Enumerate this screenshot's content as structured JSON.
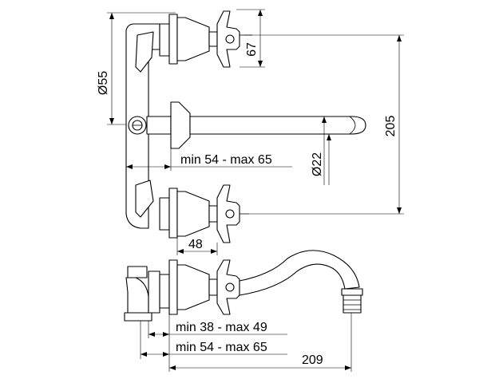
{
  "dimensions": {
    "handle_height": "67",
    "wall_plate_diameter": "Ø55",
    "overall_height": "205",
    "spout_diameter": "Ø22",
    "spout_adjust_range": "min 54 - max 65",
    "handle_offset": "48",
    "valve_adjust_range": "min 38 - max 49",
    "lower_adjust_range": "min 54 - max 65",
    "spout_projection": "209"
  },
  "colors": {
    "line": "#000000",
    "background": "#ffffff"
  }
}
